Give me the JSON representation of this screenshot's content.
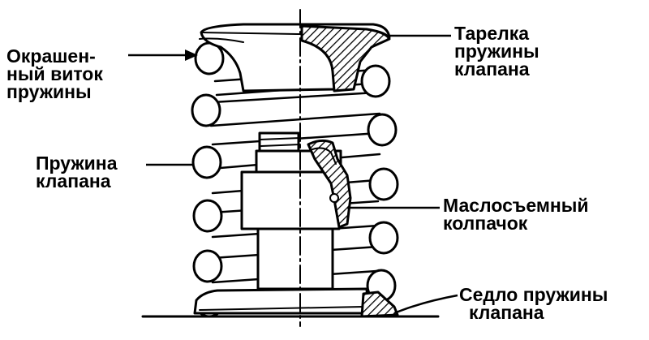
{
  "colors": {
    "ink": "#000000",
    "paper": "#ffffff"
  },
  "labels": {
    "painted_coil": {
      "line1": "Окрашен-",
      "line2": "ный виток",
      "line3": "пружины"
    },
    "spring_retainer": {
      "line1": "Тарелка",
      "line2": "пружины",
      "line3": "клапана"
    },
    "valve_spring": {
      "line1": "Пружина",
      "line2": "клапана"
    },
    "oil_seal": {
      "line1": "Маслосъемный",
      "line2": "колпачок"
    },
    "spring_seat": {
      "line1": "Седло пружины",
      "line2": "клапана"
    }
  }
}
